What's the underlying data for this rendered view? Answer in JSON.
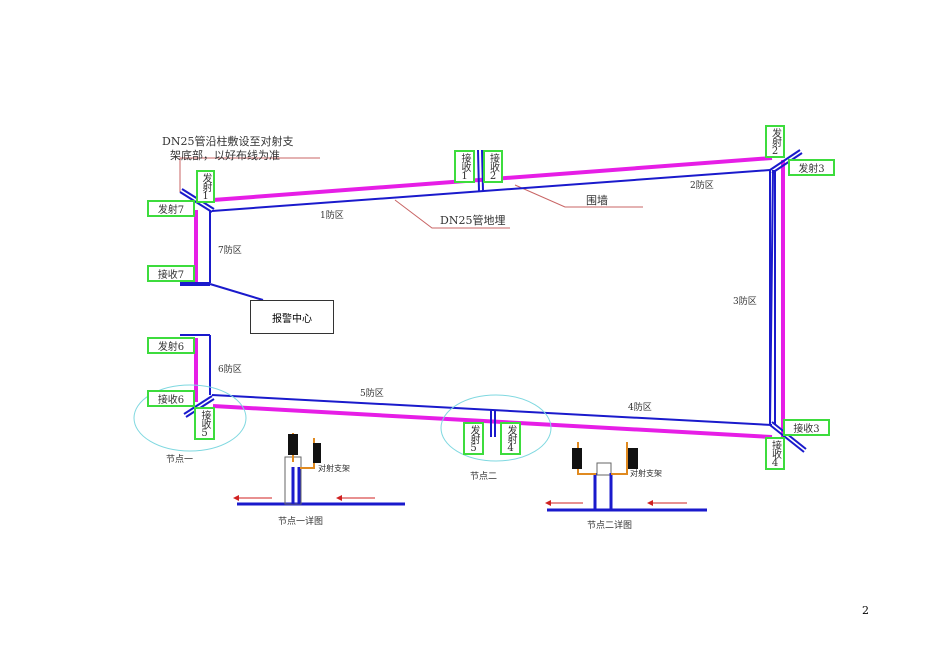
{
  "annotations": {
    "pipe_column_line1": "DN25管沿柱敷设至对射支",
    "pipe_column_line2": "架底部，以好布线为准",
    "pipe_buried": "DN25管地埋",
    "wall": "围墙"
  },
  "zones": [
    "1防区",
    "2防区",
    "3防区",
    "4防区",
    "5防区",
    "6防区",
    "7防区"
  ],
  "alarm_center": "报警中心",
  "devices": {
    "tx1": "发射1",
    "rx1": "接收1",
    "rx2": "接收2",
    "tx2": "发射2",
    "tx3": "发射3",
    "rx3": "接收3",
    "rx4": "接收4",
    "tx4": "发射4",
    "tx5": "发射5",
    "rx5": "接收5",
    "tx6": "发射6",
    "rx6": "接收6",
    "tx7": "发射7",
    "rx7": "接收7"
  },
  "nodes": {
    "node1": "节点一",
    "node2": "节点二",
    "node1_detail": "节点一详图",
    "node2_detail": "节点二详图",
    "bracket": "对射支架"
  },
  "page_number": "2",
  "colors": {
    "beam": "#e61ee6",
    "pipe": "#1a1acc",
    "label_border": "#3ddc3d",
    "leader": "#c86464",
    "node_circle": "#7fd8e0",
    "arrow": "#d02020",
    "bracket": "#e08a20"
  }
}
